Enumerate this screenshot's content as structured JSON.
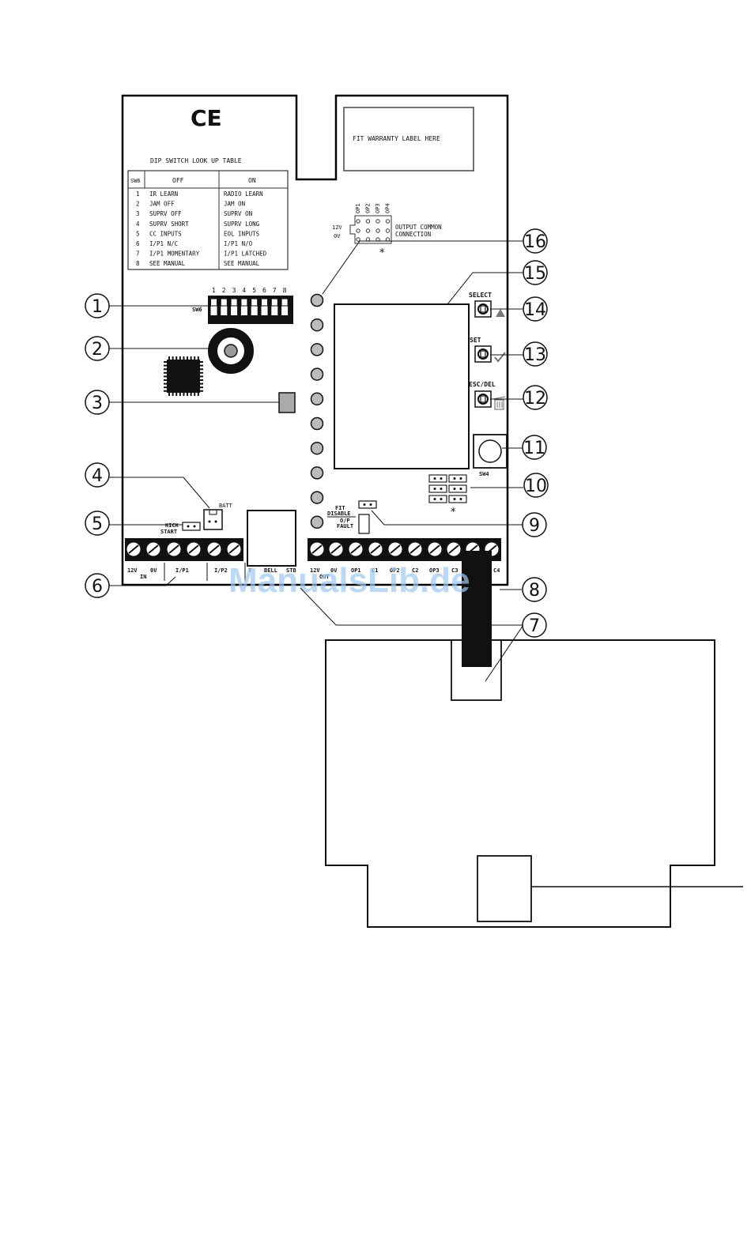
{
  "ce_mark": "CE",
  "warranty_label": "FIT WARRANTY LABEL HERE",
  "dip_table": {
    "title": "DIP SWITCH LOOK UP TABLE",
    "headers": [
      "SW6",
      "OFF",
      "ON"
    ],
    "rows": [
      [
        "1",
        "IR LEARN",
        "RADIO LEARN"
      ],
      [
        "2",
        "JAM OFF",
        "JAM ON"
      ],
      [
        "3",
        "SUPRV OFF",
        "SUPRV ON"
      ],
      [
        "4",
        "SUPRV SHORT",
        "SUPRV LONG"
      ],
      [
        "5",
        "CC INPUTS",
        "EOL INPUTS"
      ],
      [
        "6",
        "I/P1 N/C",
        "I/P1 N/O"
      ],
      [
        "7",
        "I/P1 MOMENTARY",
        "I/P1 LATCHED"
      ],
      [
        "8",
        "SEE MANUAL",
        "SEE MANUAL"
      ]
    ]
  },
  "output_links": {
    "columns": [
      "OP1",
      "OP2",
      "OP3",
      "OP4"
    ],
    "rows": [
      "12V",
      "0V"
    ],
    "label_line1": "OUTPUT COMMON",
    "label_line2": "CONNECTION",
    "asterisk": "*"
  },
  "dip_switch": {
    "label": "SW6",
    "numbers": [
      "1",
      "2",
      "3",
      "4",
      "5",
      "6",
      "7",
      "8"
    ]
  },
  "buttons": {
    "select": "SELECT",
    "set": "SET",
    "esc_del": "ESC/DEL",
    "sw4": "SW4"
  },
  "jumpers": {
    "batt": "BATT",
    "kick_start_line1": "KICK",
    "kick_start_line2": "START",
    "fit_line1": "FIT",
    "fit_line2": "DISABLE",
    "of_line1": "O/P",
    "of_line2": "FAULT",
    "asterisk": "*"
  },
  "terminals_left": [
    "12V",
    "0V",
    "I/P1",
    "I/P2",
    "T",
    "BELL",
    "STB"
  ],
  "terminal_in": "IN",
  "terminals_right": [
    "12V",
    "0V",
    "OP1",
    "C1",
    "OP2",
    "C2",
    "OP3",
    "C3",
    "C4"
  ],
  "terminal_out": "OUT",
  "callouts": [
    "1",
    "2",
    "3",
    "4",
    "5",
    "6",
    "7",
    "8",
    "9",
    "10",
    "11",
    "12",
    "13",
    "14",
    "15",
    "16"
  ],
  "watermark": "ManualsLib.de"
}
